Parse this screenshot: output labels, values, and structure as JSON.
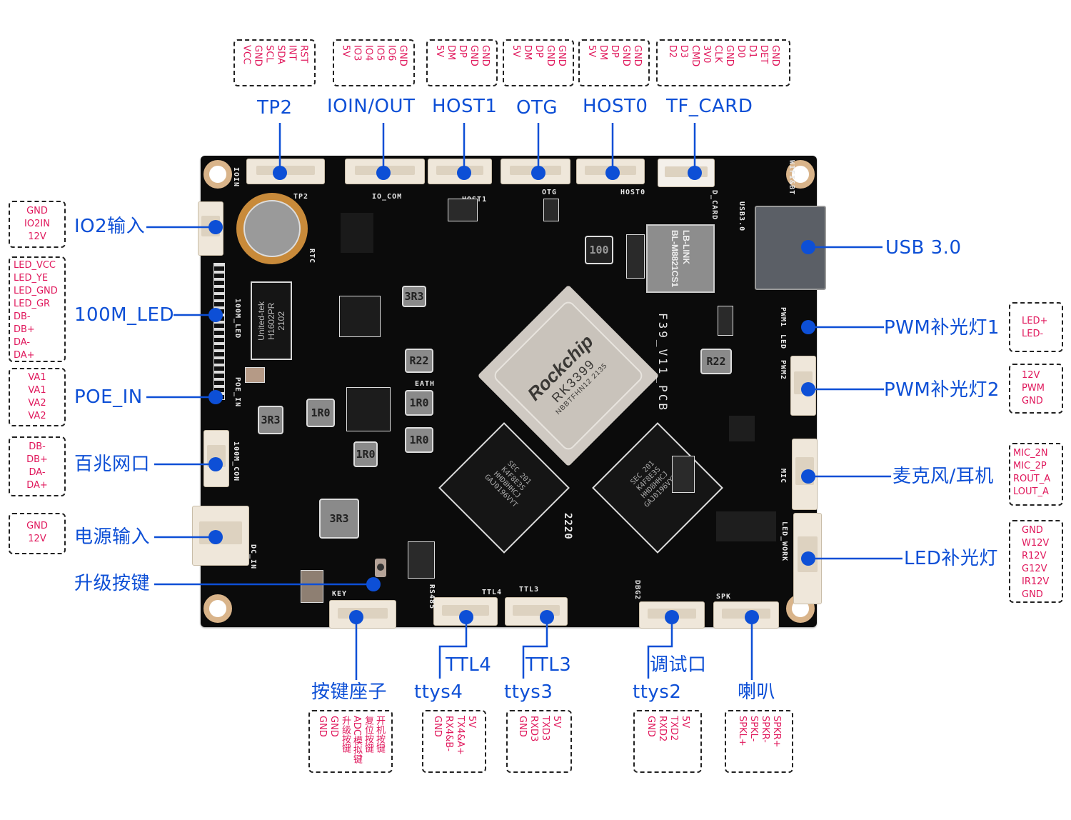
{
  "board": {
    "soc_brand": "Rockchip",
    "soc_model": "RK3399",
    "soc_code": "NBBTFHN12 2135",
    "pcb_name": "F39_V11_PCB",
    "wifi_module_brand": "LB-LINK",
    "wifi_module_model": "BL-M8821CS1",
    "phy_brand": "United-tek",
    "phy_model": "H1602PR",
    "phy_code": "2102",
    "ram_text": [
      "SEC 201",
      "K4F8E3S",
      "HHD8HHCJ",
      "GAJ0196VYT"
    ],
    "inductors": [
      "3R3",
      "R22",
      "1R0",
      "1R0",
      "1R0",
      "1R0",
      "3R3",
      "3R3",
      "R22",
      "100"
    ],
    "silkscreen": [
      "IOIN",
      "TP2",
      "RTC",
      "IO_COM",
      "HOST1",
      "OTG",
      "HOST0",
      "D_CARD",
      "WIFI&BT",
      "USB3.0",
      "100M_LED",
      "POE_IN",
      "100M_CON",
      "DC_IN",
      "KEY",
      "RS485",
      "TTL4",
      "TTL3",
      "DBG2",
      "SPK",
      "PWM1",
      "PWM2",
      "LED",
      "MIC",
      "LED_WORK",
      "EATH",
      "2220"
    ]
  },
  "top_labels": [
    {
      "id": "tp2",
      "label": "TP2",
      "pins": [
        "RST",
        "INT",
        "SDA",
        "SCL",
        "GND",
        "VCC"
      ]
    },
    {
      "id": "ioinout",
      "label": "IOIN/OUT",
      "pins": [
        "GND",
        "IO6",
        "IO5",
        "IO4",
        "IO3",
        "5V"
      ]
    },
    {
      "id": "host1",
      "label": "HOST1",
      "pins": [
        "GND",
        "GND",
        "DP",
        "DM",
        "5V"
      ]
    },
    {
      "id": "otg",
      "label": "OTG",
      "pins": [
        "GND",
        "GND",
        "DP",
        "DM",
        "5V"
      ]
    },
    {
      "id": "host0",
      "label": "HOST0",
      "pins": [
        "GND",
        "GND",
        "DP",
        "DM",
        "5V"
      ]
    },
    {
      "id": "tfcard",
      "label": "TF_CARD",
      "pins": [
        "GND",
        "DET",
        "D1",
        "D0",
        "GND",
        "CLK",
        "3V0",
        "CMD",
        "D3",
        "D2"
      ]
    }
  ],
  "left_labels": [
    {
      "id": "io2in",
      "label": "IO2输入",
      "pins": [
        "GND",
        "IO2IN",
        "12V"
      ]
    },
    {
      "id": "led100m",
      "label": "100M_LED",
      "pins": [
        "LED_VCC",
        "LED_YE",
        "LED_GND",
        "LED_GR",
        "DB-",
        "DB+",
        "DA-",
        "DA+"
      ]
    },
    {
      "id": "poein",
      "label": "POE_IN",
      "pins": [
        "VA1",
        "VA1",
        "VA2",
        "VA2"
      ]
    },
    {
      "id": "eth",
      "label": "百兆网口",
      "pins": [
        "DB-",
        "DB+",
        "DA-",
        "DA+"
      ]
    },
    {
      "id": "power",
      "label": "电源输入",
      "pins": [
        "GND",
        "12V"
      ]
    },
    {
      "id": "upgrade",
      "label": "升级按键",
      "pins": []
    }
  ],
  "right_labels": [
    {
      "id": "usb3",
      "label": "USB 3.0",
      "pins": []
    },
    {
      "id": "pwm1",
      "label": "PWM补光灯1",
      "pins": [
        "LED+",
        "LED-"
      ]
    },
    {
      "id": "pwm2",
      "label": "PWM补光灯2",
      "pins": [
        "12V",
        "PWM",
        "GND"
      ]
    },
    {
      "id": "mic",
      "label": "麦克风/耳机",
      "pins": [
        "MIC_2N",
        "MIC_2P",
        "ROUT_A",
        "LOUT_A"
      ]
    },
    {
      "id": "ledfill",
      "label": "LED补光灯",
      "pins": [
        "GND",
        "W12V",
        "R12V",
        "G12V",
        "IR12V",
        "GND"
      ]
    }
  ],
  "bottom_labels": [
    {
      "id": "keys",
      "label": "按键座子",
      "sublabel": "",
      "pins": [
        "开机按键",
        "复位按键",
        "ADC模拟键",
        "升级按键",
        "GND",
        "GND"
      ]
    },
    {
      "id": "ttl4",
      "label": "ttys4",
      "sublabel": "TTL4",
      "pins": [
        "5V",
        "TX4&A+",
        "RX4&B-",
        "GND"
      ]
    },
    {
      "id": "ttl3",
      "label": "ttys3",
      "sublabel": "TTL3",
      "pins": [
        "5V",
        "TXD3",
        "RXD3",
        "GND"
      ]
    },
    {
      "id": "debug",
      "label": "ttys2",
      "sublabel": "调试口",
      "pins": [
        "5V",
        "TXD2",
        "RXD2",
        "GND"
      ]
    },
    {
      "id": "spk",
      "label": "喇叭",
      "sublabel": "",
      "pins": [
        "SPKR+",
        "SPKR-",
        "SPKL-",
        "SPKL+"
      ]
    }
  ],
  "colors": {
    "label_blue": "#0d4fd6",
    "pin_pink": "#e0185c",
    "board_black": "#0b0b0b"
  }
}
